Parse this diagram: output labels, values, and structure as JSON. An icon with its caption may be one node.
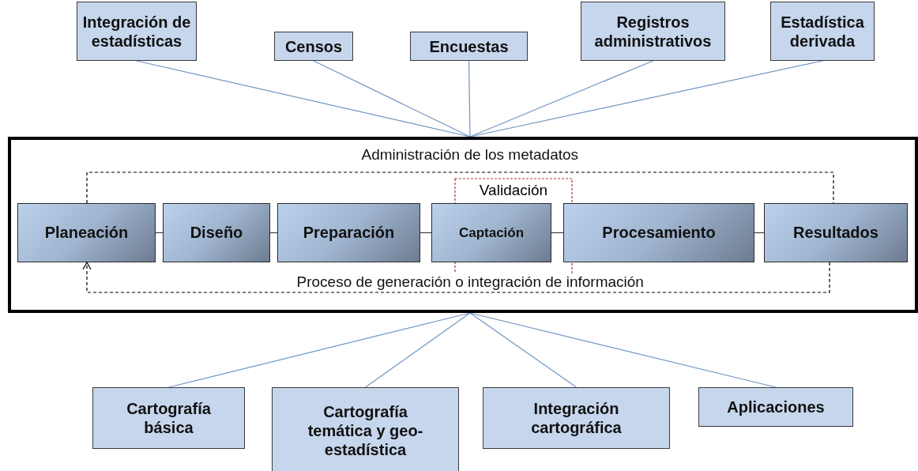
{
  "diagram": {
    "nodes": [
      {
        "text": [
          "Integración de estadísticas"
        ]
      },
      {
        "text": [
          "Censos"
        ]
      },
      {
        "text": [
          "Encuestas"
        ]
      },
      {
        "text": [
          "Registros administrativos"
        ]
      },
      {
        "text": [
          "Estadística derivada"
        ]
      },
      {
        "text": [],
        "shape": "box"
      },
      {
        "text": [
          "Planeación"
        ],
        "in": 5
      },
      {
        "text": [
          "Diseño"
        ],
        "in": 5
      },
      {
        "text": [
          "Preparación"
        ],
        "in": 5
      },
      {
        "text": [
          "Validación"
        ],
        "in": 5
      },
      {
        "text": [
          "Captación"
        ],
        "in": 5
      },
      {
        "text": [
          "Procesamiento"
        ],
        "in": 5
      },
      {
        "text": [
          "Resultados"
        ],
        "in": 5
      },
      {
        "text": [
          "Cartografía básica"
        ]
      },
      {
        "text": [
          "Cartografía temática y geo-estadística"
        ]
      },
      {
        "text": [
          "Integración cartográfica"
        ]
      },
      {
        "text": [
          "Aplicaciones"
        ]
      }
    ],
    "edges": [
      {
        "from": 0,
        "to": 5,
        "arrow": "none"
      },
      {
        "from": 1,
        "to": 5,
        "arrow": "none"
      },
      {
        "from": 2,
        "to": 5,
        "arrow": "none"
      },
      {
        "from": 3,
        "to": 5,
        "arrow": "none"
      },
      {
        "from": 4,
        "to": 5,
        "arrow": "none"
      },
      {
        "from": 6,
        "to": 7,
        "arrow": "none",
        "color": "#404040"
      },
      {
        "from": 7,
        "to": 8,
        "arrow": "none",
        "color": "#404040"
      },
      {
        "from": 8,
        "to": 10,
        "arrow": "none",
        "color": "#404040"
      },
      {
        "from": 10,
        "to": 11,
        "arrow": "none",
        "color": "#404040"
      },
      {
        "from": 11,
        "to": 12,
        "arrow": "none",
        "color": "#404040"
      },
      {
        "from": 6,
        "to": 12,
        "arrow": "none",
        "label": "Administración de los metadatos",
        "style": "dashed",
        "color": "#000000"
      },
      {
        "from": 12,
        "to": 6,
        "arrow": "to",
        "label": "Proceso de generación o integración de información",
        "style": "dashed",
        "color": "#000000"
      },
      {
        "from": 5,
        "to": 13,
        "arrow": "none"
      },
      {
        "from": 5,
        "to": 14,
        "arrow": "none"
      },
      {
        "from": 5,
        "to": 15,
        "arrow": "none"
      },
      {
        "from": 5,
        "to": 16,
        "arrow": "none"
      }
    ]
  }
}
